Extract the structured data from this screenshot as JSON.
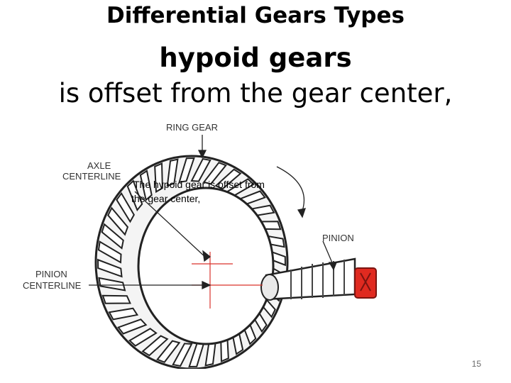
{
  "slide": {
    "title": "Differential Gears Types",
    "heading": "hypoid  gears",
    "subtitle": "is offset from the gear center,",
    "page_number": "15"
  },
  "figure": {
    "labels": {
      "ring_gear": "RING GEAR",
      "axle_centerline_1": "AXLE",
      "axle_centerline_2": "CENTERLINE",
      "pinion": "PINION",
      "pinion_centerline_1": "PINION",
      "pinion_centerline_2": "CENTERLINE"
    },
    "caption_line1": "The hypoid gear is offset from",
    "caption_line2": "the gear center,"
  },
  "colors": {
    "centerline": "#d9332b",
    "pinion_nut": "#e02a20",
    "outline": "#222222"
  }
}
